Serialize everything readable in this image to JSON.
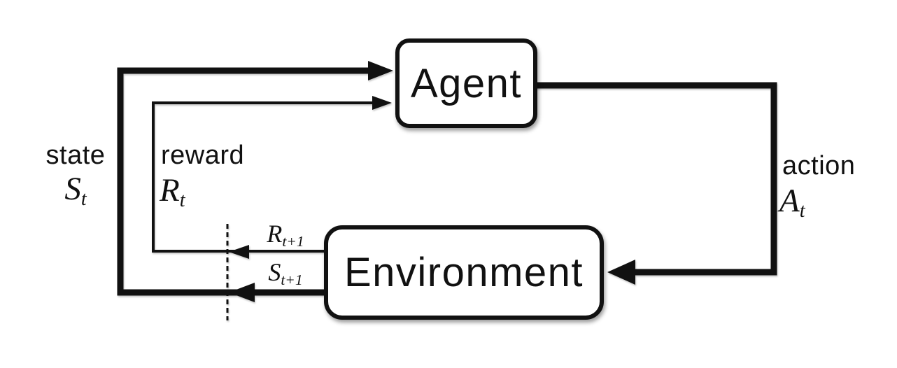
{
  "diagram": {
    "agent_label": "Agent",
    "environment_label": "Environment",
    "state_word": "state",
    "state_symbol": "S",
    "state_sub": "t",
    "reward_word": "reward",
    "reward_symbol": "R",
    "reward_sub": "t",
    "action_word": "action",
    "action_symbol": "A",
    "action_sub": "t",
    "next_reward_symbol": "R",
    "next_reward_sub": "t+1",
    "next_state_symbol": "S",
    "next_state_sub": "t+1",
    "colors": {
      "ink": "#111111",
      "background": "#ffffff",
      "box_fill": "#ffffff"
    }
  }
}
